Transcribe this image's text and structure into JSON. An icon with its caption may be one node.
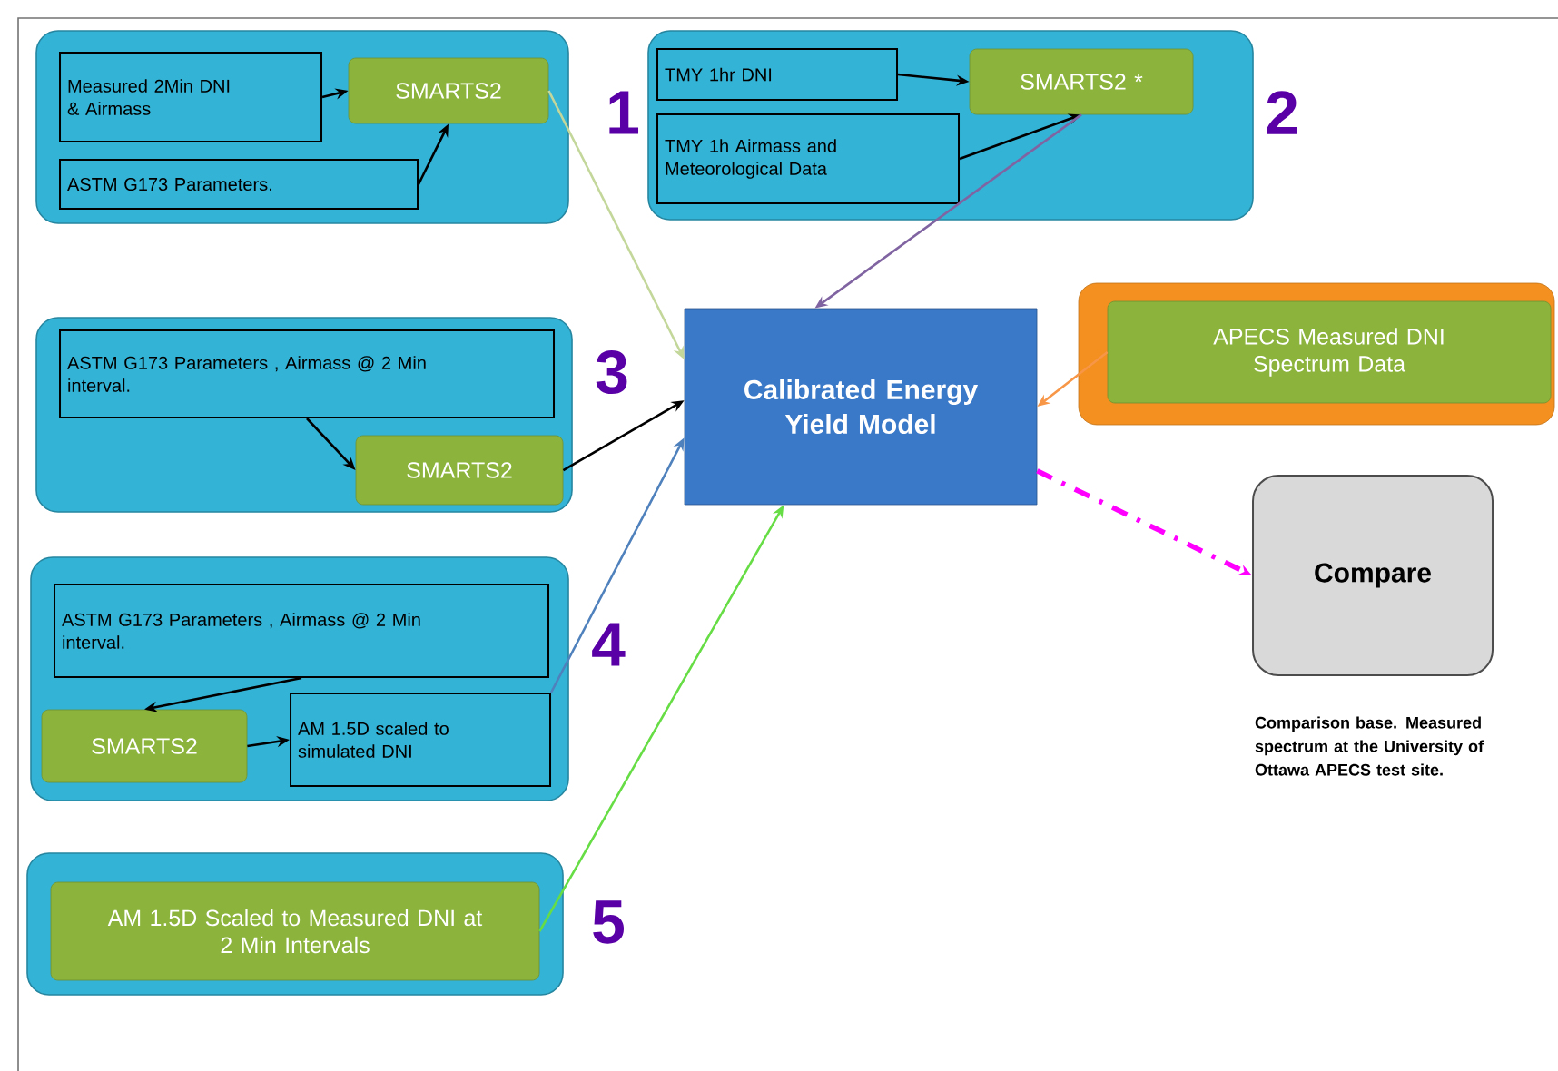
{
  "diagram": {
    "nodes": [
      {
        "text": [],
        "shape": "box",
        "beside": [
          "1"
        ]
      },
      {
        "text": [
          "Measured 2Min DNI & Airmass"
        ],
        "in": 0
      },
      {
        "text": [
          "SMARTS2"
        ],
        "in": 0
      },
      {
        "text": [
          "ASTM G173 Parameters."
        ],
        "in": 0
      },
      {
        "text": [],
        "shape": "box",
        "beside": [
          "2"
        ]
      },
      {
        "text": [
          "TMY 1hr DNI"
        ],
        "in": 4
      },
      {
        "text": [
          "SMARTS2 *"
        ],
        "in": 4
      },
      {
        "text": [
          "TMY 1h Airmass and Meteorological Data"
        ],
        "in": 4
      },
      {
        "text": [],
        "shape": "box",
        "beside": [
          "3"
        ]
      },
      {
        "text": [
          "ASTM G173 Parameters , Airmass @ 2 Min interval."
        ],
        "in": 8
      },
      {
        "text": [
          "SMARTS2"
        ],
        "in": 8
      },
      {
        "text": [],
        "shape": "box",
        "beside": [
          "4"
        ]
      },
      {
        "text": [
          "ASTM G173 Parameters , Airmass @ 2 Min interval."
        ],
        "in": 11
      },
      {
        "text": [
          "SMARTS2"
        ],
        "in": 11
      },
      {
        "text": [
          "AM 1.5D scaled to simulated DNI"
        ],
        "in": 11
      },
      {
        "text": [],
        "shape": "box",
        "beside": [
          "5"
        ]
      },
      {
        "text": [
          "AM 1.5D Scaled to Measured DNI at 2 Min Intervals"
        ],
        "in": 15
      },
      {
        "text": [
          "Calibrated Energy Yield Model"
        ]
      },
      {
        "text": [],
        "shape": "box"
      },
      {
        "text": [
          "APECS Measured DNI Spectrum Data"
        ],
        "in": 18
      },
      {
        "text": [
          "Compare"
        ],
        "beside": [
          "Comparison  base. Measured spectrum at the University of Ottawa APECS test site."
        ]
      }
    ],
    "edges": [
      {
        "from": 1,
        "to": 2,
        "arrow": "to"
      },
      {
        "from": 3,
        "to": 2,
        "arrow": "to"
      },
      {
        "from": 2,
        "to": 17,
        "arrow": "to",
        "color": "#c4d79b"
      },
      {
        "from": 5,
        "to": 6,
        "arrow": "to"
      },
      {
        "from": 7,
        "to": 6,
        "arrow": "to"
      },
      {
        "from": 6,
        "to": 17,
        "arrow": "to",
        "color": "#8064a2"
      },
      {
        "from": 9,
        "to": 10,
        "arrow": "to"
      },
      {
        "from": 10,
        "to": 17,
        "arrow": "to"
      },
      {
        "from": 12,
        "to": 13,
        "arrow": "to"
      },
      {
        "from": 13,
        "to": 14,
        "arrow": "to"
      },
      {
        "from": 14,
        "to": 17,
        "arrow": "to",
        "color": "#4f81bd"
      },
      {
        "from": 16,
        "to": 17,
        "arrow": "to",
        "color": "#66dd44"
      },
      {
        "from": 19,
        "to": 17,
        "arrow": "to",
        "color": "#f79646"
      },
      {
        "from": 17,
        "to": 20,
        "arrow": "to",
        "style": "dashed",
        "color": "#ff00ff"
      }
    ]
  }
}
